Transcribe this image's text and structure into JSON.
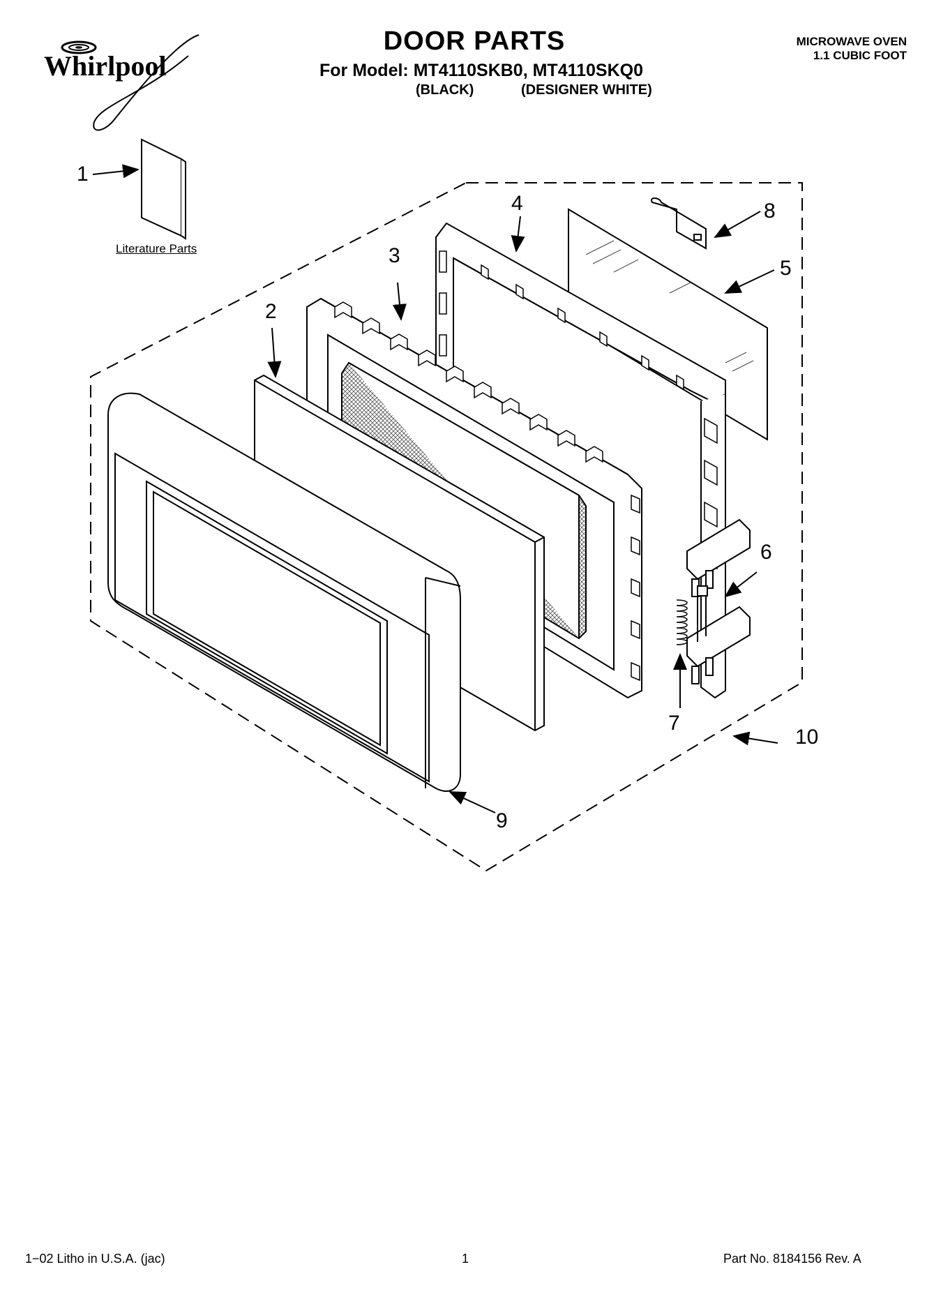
{
  "header": {
    "brand": "Whirlpool",
    "title": "DOOR PARTS",
    "model_line": "For Model: MT4110SKB0, MT4110SKQ0",
    "variant_black": "(BLACK)",
    "variant_white": "(DESIGNER WHITE)",
    "product_type_line1": "MICROWAVE OVEN",
    "product_type_line2": "1.1 CUBIC FOOT"
  },
  "diagram": {
    "literature_label": "Literature Parts",
    "callouts": [
      "1",
      "2",
      "3",
      "4",
      "5",
      "6",
      "7",
      "8",
      "9",
      "10"
    ]
  },
  "footer": {
    "litho": "1−02 Litho in U.S.A. (jac)",
    "page": "1",
    "part_no": "Part No. 8184156 Rev. A"
  }
}
